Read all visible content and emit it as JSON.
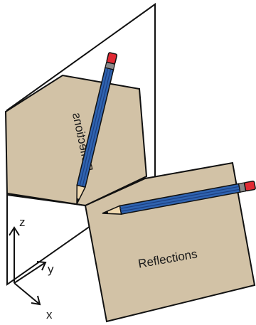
{
  "cards": {
    "reflected_label": "Reflections",
    "original_label": "Reflections"
  },
  "axes": {
    "z": "z",
    "y": "y",
    "x": "x"
  },
  "colors": {
    "card_fill": "#d2c2a6",
    "line": "#111111",
    "pencil_body": "#2f63b0",
    "pencil_stripe": "#1c3f80",
    "pencil_eraser": "#e02a34",
    "pencil_ferrule": "#8a8a8a",
    "pencil_wood": "#f0d9b0",
    "pencil_lead": "#111111"
  }
}
